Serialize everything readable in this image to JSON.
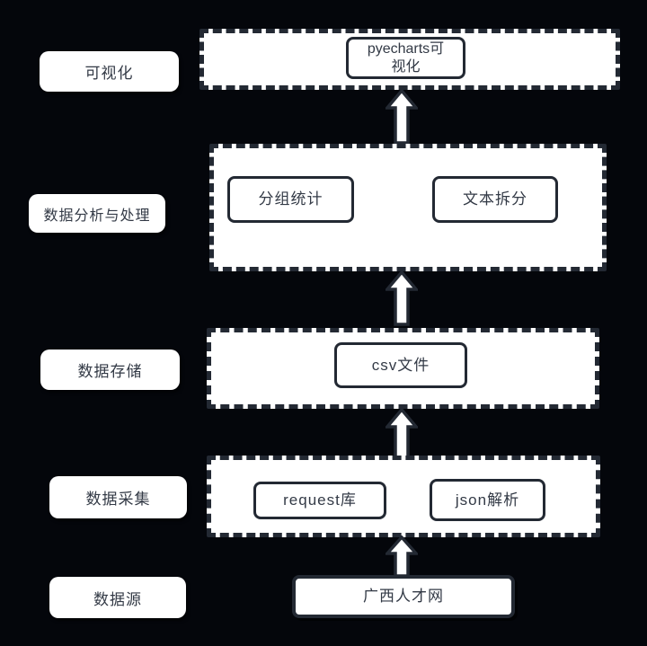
{
  "diagram": {
    "title_hint": "data pipeline flowchart",
    "colors": {
      "background": "#04060b",
      "ink": "#232933",
      "text": "#333a46",
      "node_bg": "#ffffff"
    },
    "rows": [
      {
        "label": "可视化",
        "items": [
          "pyecharts可视化"
        ]
      },
      {
        "label": "数据分析与处理",
        "items": [
          "分组统计",
          "文本拆分"
        ]
      },
      {
        "label": "数据存储",
        "items": [
          "csv文件"
        ]
      },
      {
        "label": "数据采集",
        "items": [
          "request库",
          "json解析"
        ]
      },
      {
        "label": "数据源",
        "items": [
          "广西人才网"
        ]
      }
    ]
  }
}
